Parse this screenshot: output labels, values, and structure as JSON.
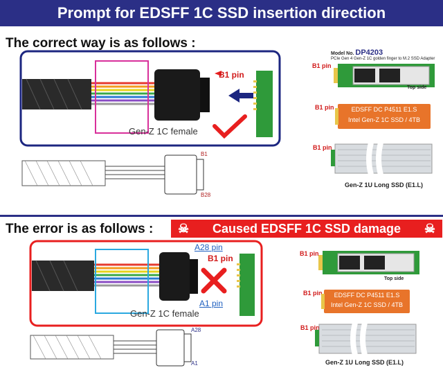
{
  "header": {
    "title": "Prompt for EDSFF 1C SSD insertion direction"
  },
  "correct": {
    "title": "The correct way is as follows :",
    "b1_pin": "B1 pin",
    "female_label": "Gen-Z 1C female",
    "drawing_b1": "B1",
    "drawing_b28": "B28"
  },
  "error": {
    "title": "The error is as follows :",
    "banner": "Caused EDSFF 1C SSD damage",
    "a28_pin": "A28 pin",
    "b1_pin": "B1 pin",
    "a1_pin": "A1 pin",
    "female_label": "Gen-Z 1C female",
    "drawing_a28": "A28",
    "drawing_a1": "A1"
  },
  "right_top": {
    "model_prefix": "Model No.",
    "model": "DP4203",
    "adapter_desc": "PCIe Gen 4 Gen-Z 1C golden finger to M.2 SSD Adapter",
    "b1_pin_1": "B1 pin",
    "top_side": "Top side",
    "b1_pin_2": "B1 pin",
    "ssd_line1": "EDSFF DC P4511 E1.S",
    "ssd_line2": "Intel Gen-Z 1C SSD / 4TB",
    "b1_pin_3": "B1 pin",
    "long_ssd": "Gen-Z 1U Long SSD (E1.L)"
  },
  "right_bottom": {
    "b1_pin_1": "B1 pin",
    "top_side": "Top side",
    "b1_pin_2": "B1 pin",
    "ssd_line1": "EDSFF DC P4511 E1.S",
    "ssd_line2": "Intel Gen-Z 1C SSD / 4TB",
    "b1_pin_3": "B1 pin",
    "long_ssd": "Gen-Z 1U Long SSD (E1.L)"
  },
  "colors": {
    "banner": "#2b2f86",
    "alert": "#e81f1f",
    "pcb": "#2f9a3a",
    "ssd_orange": "#e8742a"
  }
}
